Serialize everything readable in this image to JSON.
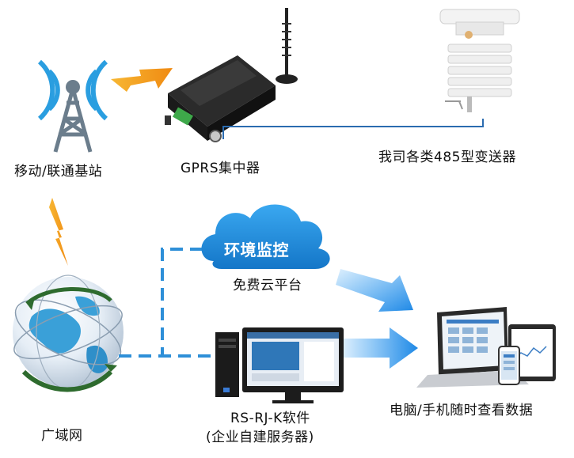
{
  "nodes": {
    "base_station": {
      "label": "移动/联通基站"
    },
    "gprs_concentrator": {
      "label": "GPRS集中器"
    },
    "transmitter": {
      "label": "我司各类485型变送器"
    },
    "wan": {
      "label": "广域网"
    },
    "cloud_platform": {
      "badge": "环境监控",
      "label": "免费云平台"
    },
    "software": {
      "label_line1": "RS-RJ-K软件",
      "label_line2": "(企业自建服务器)"
    },
    "devices": {
      "label": "电脑/手机随时查看数据"
    }
  },
  "colors": {
    "accent_blue": "#1f8fe0",
    "bolt_orange": "#f5a623",
    "cloud_blue": "#1d8ee0",
    "line_blue": "#2b7fc6"
  }
}
